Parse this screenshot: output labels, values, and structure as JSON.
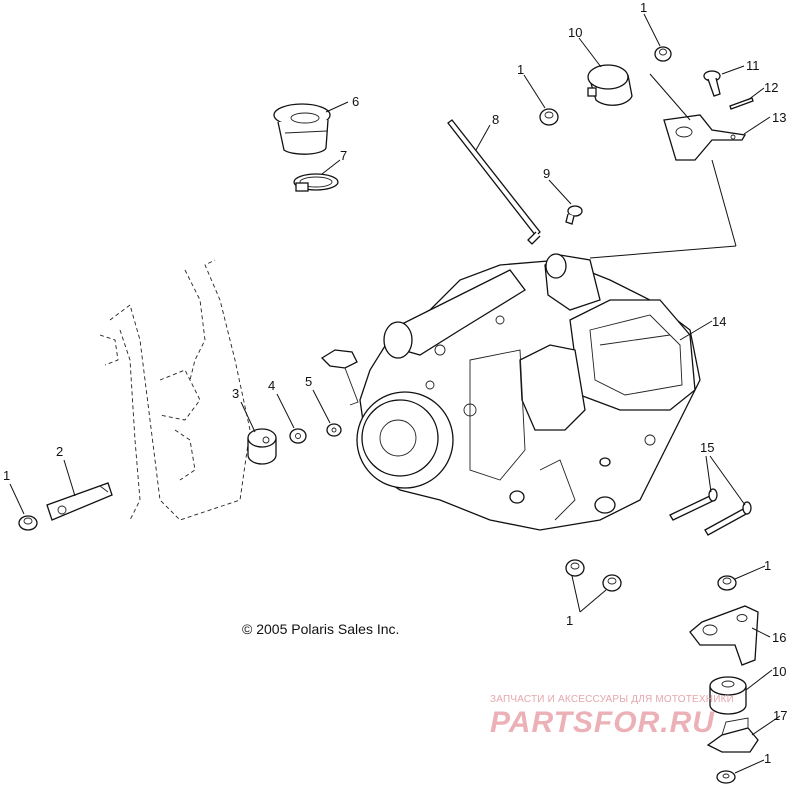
{
  "copyright": "© 2005 Polaris Sales Inc.",
  "watermark": {
    "tagline": "ЗАПЧАСТИ И АКСЕССУАРЫ ДЛЯ МОТОТЕХНИКИ",
    "logo": "PARTSFOR.RU",
    "color": "#e9a3ab"
  },
  "callouts": [
    {
      "id": "c1a",
      "label": "1"
    },
    {
      "id": "c1b",
      "label": "1"
    },
    {
      "id": "c1c",
      "label": "1"
    },
    {
      "id": "c1d",
      "label": "1"
    },
    {
      "id": "c1e",
      "label": "1"
    },
    {
      "id": "c1f",
      "label": "1"
    },
    {
      "id": "c2",
      "label": "2"
    },
    {
      "id": "c3",
      "label": "3"
    },
    {
      "id": "c4",
      "label": "4"
    },
    {
      "id": "c5",
      "label": "5"
    },
    {
      "id": "c6",
      "label": "6"
    },
    {
      "id": "c7",
      "label": "7"
    },
    {
      "id": "c8",
      "label": "8"
    },
    {
      "id": "c9",
      "label": "9"
    },
    {
      "id": "c10a",
      "label": "10"
    },
    {
      "id": "c10b",
      "label": "10"
    },
    {
      "id": "c11",
      "label": "11"
    },
    {
      "id": "c12",
      "label": "12"
    },
    {
      "id": "c13",
      "label": "13"
    },
    {
      "id": "c14",
      "label": "14"
    },
    {
      "id": "c15",
      "label": "15"
    },
    {
      "id": "c16",
      "label": "16"
    },
    {
      "id": "c17",
      "label": "17"
    }
  ]
}
